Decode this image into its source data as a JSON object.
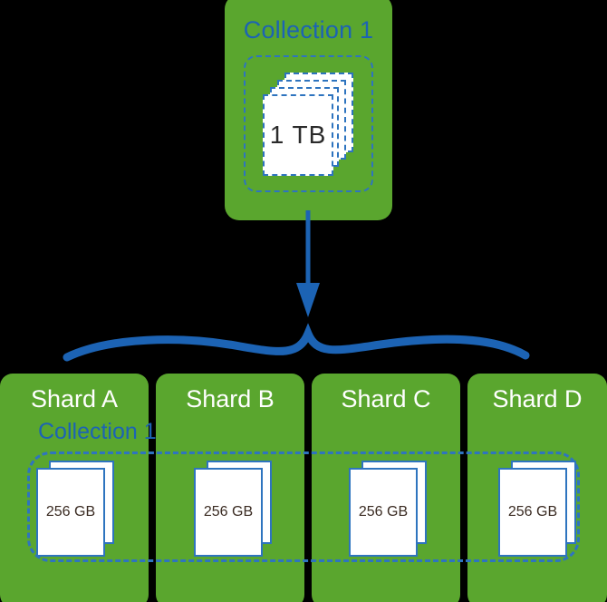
{
  "colors": {
    "background": "#000000",
    "card_green": "#5AA62E",
    "accent_blue": "#1C63B4",
    "dash_blue": "#2E74BF",
    "title_white": "#FFFFFF",
    "doc_text": "#2B2B2B"
  },
  "source": {
    "title": "Collection 1",
    "document_size": "1 TB",
    "page_count": 4
  },
  "flow": {
    "arrow_icon": "down-arrow-icon",
    "brace_icon": "curly-brace-icon"
  },
  "sharded": {
    "collection_label": "Collection 1",
    "shards": [
      {
        "title": "Shard A",
        "size": "256 GB"
      },
      {
        "title": "Shard B",
        "size": "256 GB"
      },
      {
        "title": "Shard C",
        "size": "256 GB"
      },
      {
        "title": "Shard D",
        "size": "256 GB"
      }
    ]
  }
}
